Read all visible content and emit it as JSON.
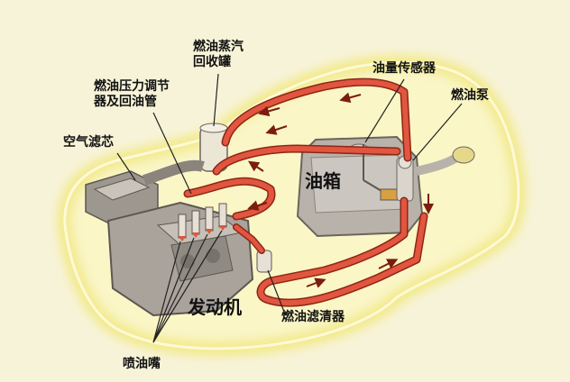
{
  "labels": {
    "evap_canister": [
      "燃油蒸汽",
      "回收罐"
    ],
    "pressure_regulator": [
      "燃油压力调节",
      "器及回油管"
    ],
    "air_filter": "空气滤芯",
    "fuel_gauge_sensor": "油量传感器",
    "fuel_pump": "燃油泵",
    "fuel_tank": "油箱",
    "engine": "发动机",
    "fuel_filter": "燃油滤清器",
    "injectors": "喷油嘴"
  },
  "colors": {
    "background": "#f7f3d8",
    "car_outline": "#f4ee8a",
    "fuel_line": "#e2553f",
    "component": "#a9a39b"
  }
}
